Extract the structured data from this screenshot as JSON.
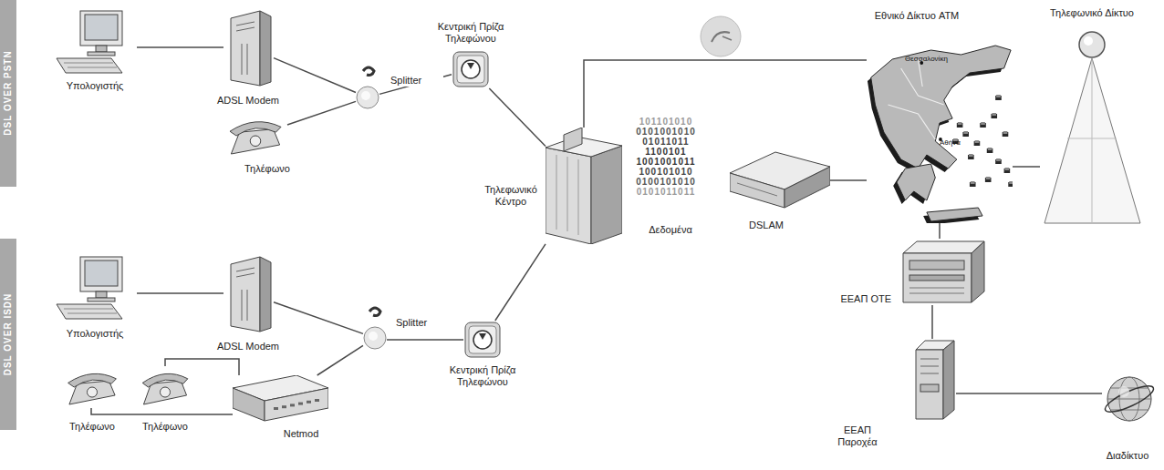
{
  "diagram": {
    "nodes": [
      {
        "text": [
          "Υπολογιστής"
        ]
      },
      {
        "text": [
          "ADSL Modem"
        ]
      },
      {
        "text": [
          "Splitter"
        ]
      },
      {
        "text": [
          "Κεντρική Πρίζα Τηλεφώνου"
        ]
      },
      {
        "text": [
          "Τηλέφωνο"
        ]
      },
      {
        "text": [
          "Τηλεφωνικό Κέντρο"
        ]
      },
      {
        "text": [
          "Εθνικό Δίκτυο ATM"
        ]
      },
      {
        "text": [
          "Τηλεφωνικό Δίκτυο"
        ]
      },
      {
        "text": [
          "DSLAM"
        ]
      },
      {
        "text": [
          "ΕΕΑΠ ΟΤΕ"
        ]
      },
      {
        "text": [
          "ΕΕΑΠ Παροχέα"
        ]
      },
      {
        "text": [
          "Διαδίκτυο"
        ]
      },
      {
        "text": [
          "Υπολογιστής"
        ]
      },
      {
        "text": [
          "ADSL Modem"
        ]
      },
      {
        "text": [
          "Splitter"
        ]
      },
      {
        "text": [
          "Κεντρική Πρίζα Τηλεφώνου"
        ]
      },
      {
        "text": [
          "Τηλέφωνο"
        ]
      },
      {
        "text": [
          "Τηλέφωνο"
        ]
      },
      {
        "text": [
          "Netmod"
        ]
      }
    ],
    "edges": [
      {
        "from": 0,
        "to": 1,
        "arrow": "none"
      },
      {
        "from": 1,
        "to": 2,
        "arrow": "none"
      },
      {
        "from": 4,
        "to": 2,
        "arrow": "none"
      },
      {
        "from": 2,
        "to": 3,
        "arrow": "none"
      },
      {
        "from": 3,
        "to": 5,
        "arrow": "none"
      },
      {
        "from": 5,
        "to": 6,
        "arrow": "none"
      },
      {
        "from": 8,
        "to": 6,
        "arrow": "none"
      },
      {
        "from": 6,
        "to": 7,
        "arrow": "none"
      },
      {
        "from": 6,
        "to": 9,
        "arrow": "none"
      },
      {
        "from": 9,
        "to": 10,
        "arrow": "none"
      },
      {
        "from": 10,
        "to": 11,
        "arrow": "none"
      },
      {
        "from": 12,
        "to": 13,
        "arrow": "none"
      },
      {
        "from": 13,
        "to": 14,
        "arrow": "none"
      },
      {
        "from": 14,
        "to": 15,
        "arrow": "none"
      },
      {
        "from": 15,
        "to": 5,
        "arrow": "none"
      },
      {
        "from": 14,
        "to": 18,
        "arrow": "none"
      },
      {
        "from": 18,
        "to": 17,
        "arrow": "none"
      },
      {
        "from": 18,
        "to": 16,
        "arrow": "none"
      }
    ],
    "labels": [
      "DSL OVER PSTN",
      "DSL OVER ISDN",
      "101101010",
      "0101001010",
      "01011011",
      "1100101",
      "1001001011",
      "100101010",
      "0100101010",
      "0101011011",
      "Δεδομένα",
      "Θεσσαλονίκη",
      "Αθήνα"
    ]
  }
}
